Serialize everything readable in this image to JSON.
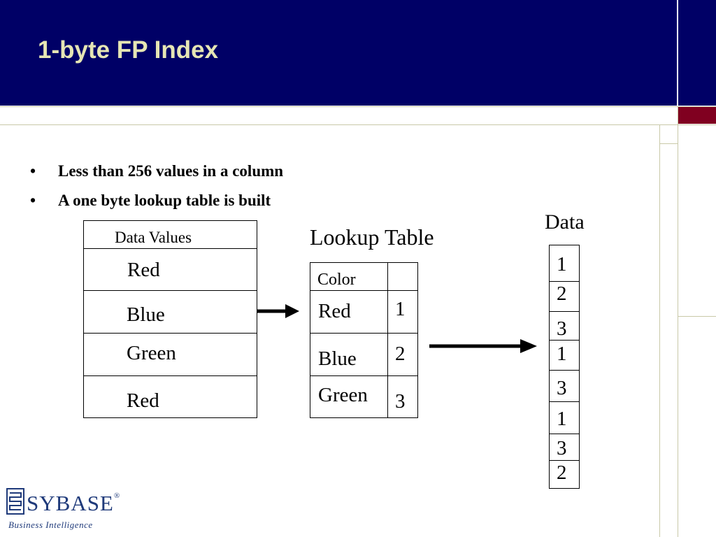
{
  "slide": {
    "title": "1-byte FP Index",
    "bullets": [
      "Less than 256 values in a column",
      "A one byte lookup table is built"
    ],
    "bullet_symbol": "•"
  },
  "data_values": {
    "header": "Data Values",
    "rows": [
      "Red",
      "Blue",
      "Green",
      "Red"
    ]
  },
  "lookup_table": {
    "title": "Lookup Table",
    "header": "Color",
    "rows": [
      {
        "color": "Red",
        "code": "1"
      },
      {
        "color": "Blue",
        "code": "2"
      },
      {
        "color": "Green",
        "code": "3"
      }
    ]
  },
  "data_column": {
    "title": "Data",
    "values": [
      "1",
      "2",
      "3",
      "1",
      "3",
      "1",
      "3",
      "2"
    ]
  },
  "logo": {
    "name": "SYBASE",
    "registered": "®",
    "tagline": "Business Intelligence"
  },
  "colors": {
    "title_bar": "#000066",
    "title_text": "#e6e6b4",
    "accent": "#800020",
    "brand": "#1f3a7a"
  }
}
